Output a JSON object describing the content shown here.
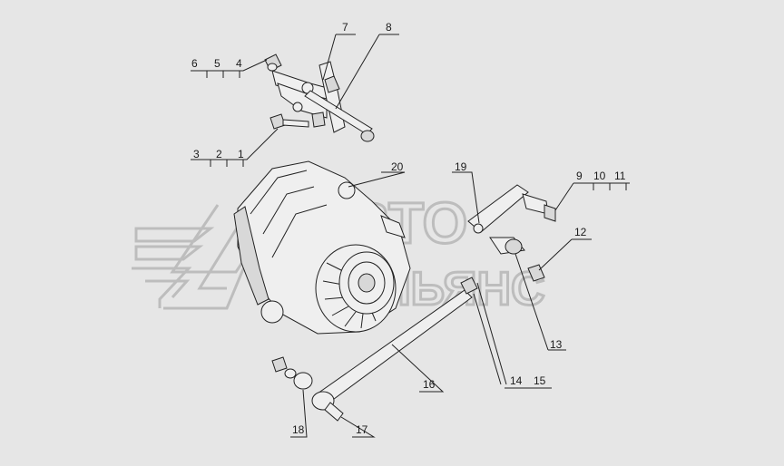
{
  "watermark": {
    "line1": "АВТО",
    "line2": "АЛЬЯНС"
  },
  "callouts": [
    {
      "id": "c1",
      "text": "1"
    },
    {
      "id": "c2",
      "text": "2"
    },
    {
      "id": "c3",
      "text": "3"
    },
    {
      "id": "c4",
      "text": "4"
    },
    {
      "id": "c5",
      "text": "5"
    },
    {
      "id": "c6",
      "text": "6"
    },
    {
      "id": "c7",
      "text": "7"
    },
    {
      "id": "c8",
      "text": "8"
    },
    {
      "id": "c9",
      "text": "9"
    },
    {
      "id": "c10",
      "text": "10"
    },
    {
      "id": "c11",
      "text": "11"
    },
    {
      "id": "c12",
      "text": "12"
    },
    {
      "id": "c13",
      "text": "13"
    },
    {
      "id": "c14",
      "text": "14"
    },
    {
      "id": "c15",
      "text": "15"
    },
    {
      "id": "c16",
      "text": "16"
    },
    {
      "id": "c17",
      "text": "17"
    },
    {
      "id": "c18",
      "text": "18"
    },
    {
      "id": "c19",
      "text": "19"
    },
    {
      "id": "c20",
      "text": "20"
    }
  ],
  "colors": {
    "background": "#e6e6e6",
    "linework": "#222222",
    "watermark": "#bdbdbd"
  }
}
